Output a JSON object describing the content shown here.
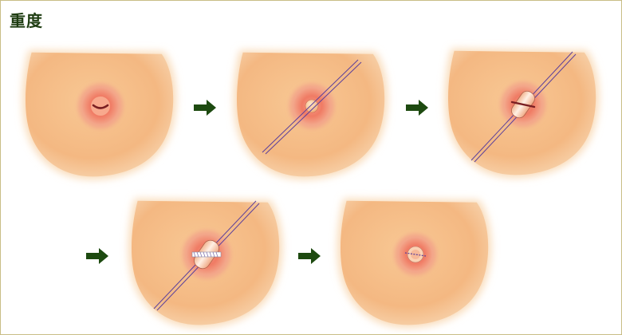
{
  "title": "重度",
  "colors": {
    "skin": "#f6c08a",
    "skin_edge": "#f9dcba",
    "areola": "#f07d66",
    "thread": "#5a3f9c",
    "arrow": "#1d4a10",
    "border": "#c9bd86"
  },
  "steps": [
    {
      "name": "inverted-nipple",
      "icon": "breast-inverted-nipple-icon"
    },
    {
      "name": "nipple-pulled-out-with-thread",
      "icon": "breast-thread-through-nipple-icon"
    },
    {
      "name": "cylinder-placed",
      "icon": "breast-cylinder-icon"
    },
    {
      "name": "cylinder-sutured",
      "icon": "breast-cylinder-sutured-icon"
    },
    {
      "name": "result",
      "icon": "breast-result-icon"
    }
  ],
  "arrow_icon": "right-arrow-icon"
}
